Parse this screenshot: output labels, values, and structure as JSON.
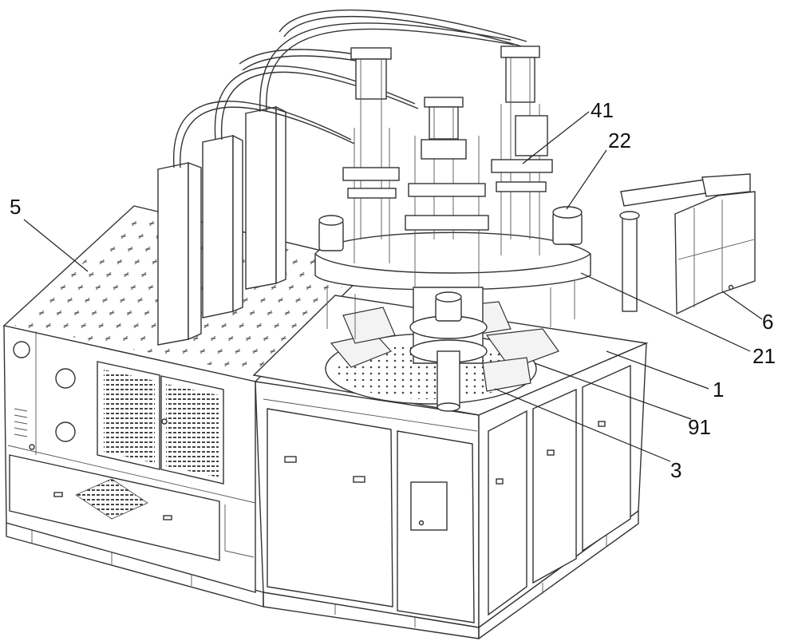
{
  "figure": {
    "labels": [
      {
        "id": "label-5",
        "text": "5"
      },
      {
        "id": "label-41",
        "text": "41"
      },
      {
        "id": "label-22",
        "text": "22"
      },
      {
        "id": "label-6",
        "text": "6"
      },
      {
        "id": "label-21",
        "text": "21"
      },
      {
        "id": "label-1",
        "text": "1"
      },
      {
        "id": "label-91",
        "text": "91"
      },
      {
        "id": "label-3",
        "text": "3"
      }
    ]
  }
}
